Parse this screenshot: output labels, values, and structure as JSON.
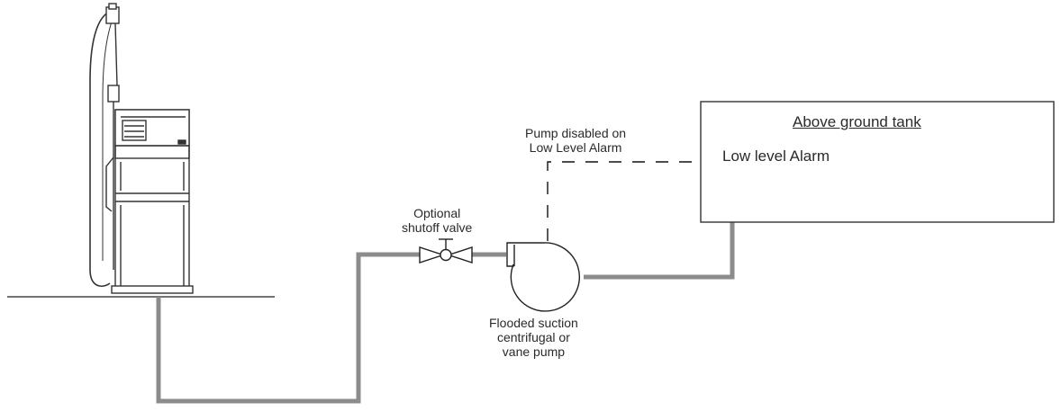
{
  "labels": {
    "pump_disabled_line1": "Pump disabled on",
    "pump_disabled_line2": "Low Level Alarm",
    "valve_line1": "Optional",
    "valve_line2": "shutoff valve",
    "pump_line1": "Flooded suction",
    "pump_line2": "centrifugal or",
    "pump_line3": "vane pump",
    "tank_title": "Above ground tank",
    "tank_alarm": "Low level Alarm"
  },
  "colors": {
    "pipe": "#8c8c8c",
    "line": "#1a1a1a",
    "text": "#2a2a2a"
  }
}
